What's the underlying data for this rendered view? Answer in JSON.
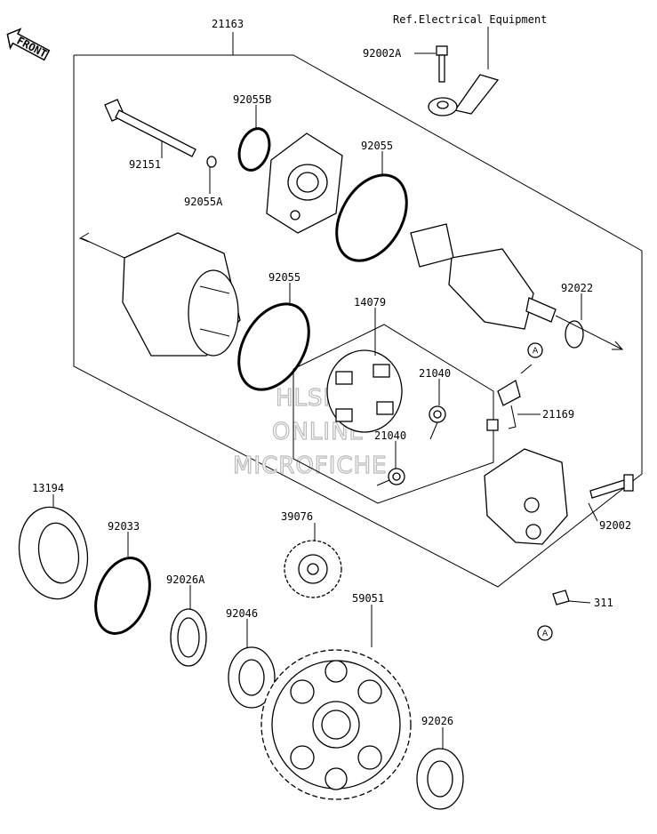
{
  "front_badge": "FRONT",
  "ref_note": "Ref.Electrical Equipment",
  "watermark": [
    "HLSM",
    "ONLINE",
    "MICROFICHE"
  ],
  "callout_letter": "A",
  "parts": [
    {
      "id": "p21163",
      "label": "21163"
    },
    {
      "id": "p92002A",
      "label": "92002A"
    },
    {
      "id": "p92055B",
      "label": "92055B"
    },
    {
      "id": "p92151",
      "label": "92151"
    },
    {
      "id": "p92055A",
      "label": "92055A"
    },
    {
      "id": "p92055a",
      "label": "92055"
    },
    {
      "id": "p92055b",
      "label": "92055"
    },
    {
      "id": "p14079",
      "label": "14079"
    },
    {
      "id": "p92022",
      "label": "92022"
    },
    {
      "id": "p21040a",
      "label": "21040"
    },
    {
      "id": "p21040b",
      "label": "21040"
    },
    {
      "id": "p21169",
      "label": "21169"
    },
    {
      "id": "p13194",
      "label": "13194"
    },
    {
      "id": "p92033",
      "label": "92033"
    },
    {
      "id": "p39076",
      "label": "39076"
    },
    {
      "id": "p92026A",
      "label": "92026A"
    },
    {
      "id": "p92046",
      "label": "92046"
    },
    {
      "id": "p59051",
      "label": "59051"
    },
    {
      "id": "p92002",
      "label": "92002"
    },
    {
      "id": "p311",
      "label": "311"
    },
    {
      "id": "p92026",
      "label": "92026"
    }
  ]
}
